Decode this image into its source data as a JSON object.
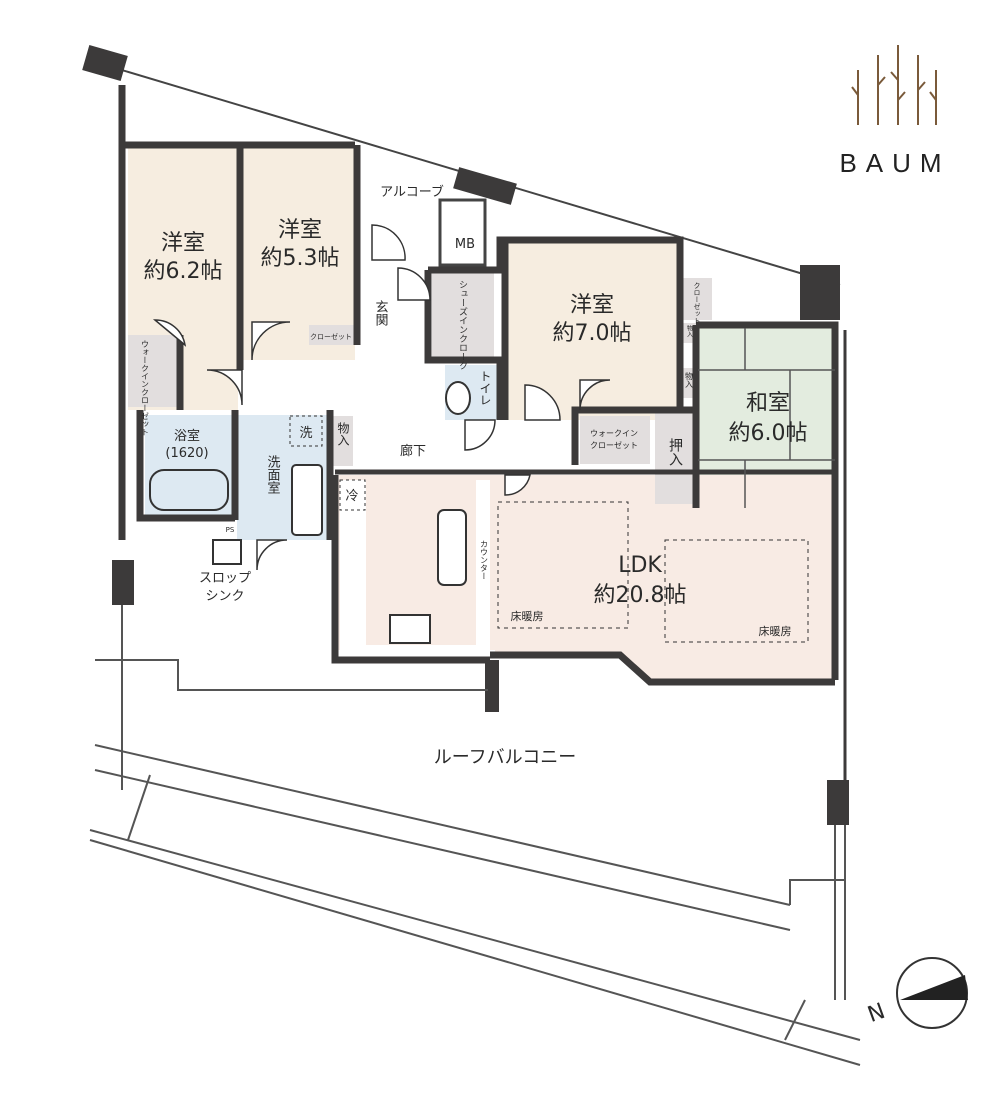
{
  "logo": {
    "text": "BAUM",
    "color": "#7a5a3a"
  },
  "rooms": {
    "western1": {
      "name": "洋室",
      "size": "約6.2帖"
    },
    "western2": {
      "name": "洋室",
      "size": "約5.3帖"
    },
    "western3": {
      "name": "洋室",
      "size": "約7.0帖"
    },
    "japanese": {
      "name": "和室",
      "size": "約6.0帖"
    },
    "ldk": {
      "name": "LDK",
      "size": "約20.8帖"
    },
    "bath": {
      "name": "浴室",
      "size": "(1620)"
    },
    "washroom": "洗面室",
    "entrance": "玄関",
    "corridor": "廊下",
    "alcove": "アルコーブ",
    "mb": "MB",
    "shoe_closet": "シューズインクローク",
    "toilet": "トイレ",
    "walkin1": "ウォークインクローゼット",
    "walkin2_l1": "ウォークイン",
    "walkin2_l2": "クローゼット",
    "closet_small": "クローゼット",
    "closet_right": "クローゼット",
    "storage1": "物入",
    "storage2": "物入",
    "storage3": "物入",
    "oshiire": "押入",
    "washer": "洗",
    "fridge": "冷",
    "counter": "カウンター",
    "floor_heating1": "床暖房",
    "floor_heating2": "床暖房",
    "slop_sink_l1": "スロップ",
    "slop_sink_l2": "シンク",
    "ps": "PS",
    "roof_balcony": "ルーフバルコニー"
  },
  "compass": {
    "label": "N"
  },
  "colors": {
    "western": "#f6ede0",
    "japanese": "#e3ecdf",
    "ldk": "#f8ebe4",
    "wet": "#dde9f2",
    "storage": "#e2dede",
    "wall": "#3c3a3a"
  }
}
